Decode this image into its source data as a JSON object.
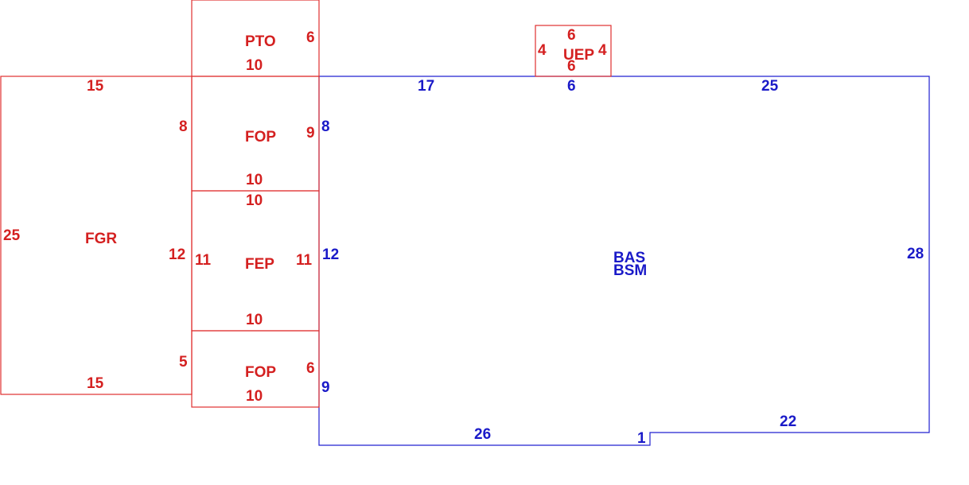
{
  "colors": {
    "addition": "#e03030",
    "main_structure": "#2020d0"
  },
  "areas": {
    "pto": {
      "name": "PTO",
      "dims": {
        "right": "6",
        "bottom": "10"
      }
    },
    "uep": {
      "name": "UEP",
      "dims": {
        "top": "6",
        "left": "4",
        "right": "4",
        "bottom": "6"
      }
    },
    "fgr": {
      "name": "FGR",
      "dims": {
        "top": "15",
        "left": "25",
        "right_upper": "8",
        "right_mid": "12",
        "right_lower": "5",
        "bottom": "15"
      }
    },
    "fop_upper": {
      "name": "FOP",
      "dims": {
        "right": "9",
        "bottom": "10"
      }
    },
    "fep": {
      "name": "FEP",
      "dims": {
        "top": "10",
        "left": "11",
        "right": "11",
        "bottom": "10"
      }
    },
    "fop_lower": {
      "name": "FOP",
      "dims": {
        "right": "6",
        "bottom": "10"
      }
    },
    "main": {
      "name_1": "BAS",
      "name_2": "BSM",
      "dims": {
        "top_left": "17",
        "top_mid": "6",
        "top_right": "25",
        "left_upper": "8",
        "left_mid": "12",
        "left_lower": "9",
        "right": "28",
        "bottom_left": "26",
        "step": "1",
        "bottom_right": "22"
      }
    }
  }
}
